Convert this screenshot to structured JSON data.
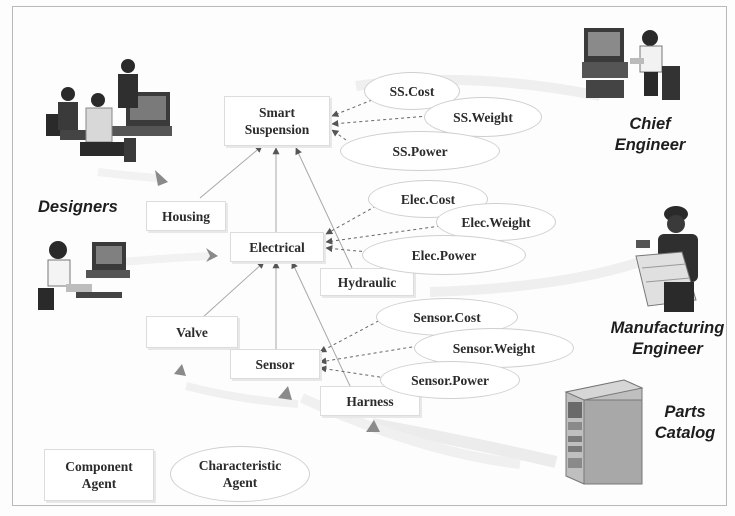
{
  "roles": {
    "designers": "Designers",
    "chief_engineer": [
      "Chief",
      "Engineer"
    ],
    "manufacturing_engineer": [
      "Manufacturing",
      "Engineer"
    ],
    "parts_catalog": [
      "Parts",
      "Catalog"
    ]
  },
  "components": {
    "smart_suspension": [
      "Smart",
      "Suspension"
    ],
    "housing": "Housing",
    "electrical": "Electrical",
    "hydraulic": "Hydraulic",
    "valve": "Valve",
    "sensor": "Sensor",
    "harness": "Harness"
  },
  "characteristics": {
    "ss_cost": "SS.Cost",
    "ss_weight": "SS.Weight",
    "ss_power": "SS.Power",
    "elec_cost": "Elec.Cost",
    "elec_weight": "Elec.Weight",
    "elec_power": "Elec.Power",
    "sensor_cost": "Sensor.Cost",
    "sensor_weight": "Sensor.Weight",
    "sensor_power": "Sensor.Power"
  },
  "legend": {
    "component_agent": [
      "Component",
      "Agent"
    ],
    "characteristic_agent": [
      "Characteristic",
      "Agent"
    ]
  },
  "icons": [
    "designers-group-icon",
    "designer-workstation-icon",
    "chief-engineer-icon",
    "manufacturing-engineer-icon",
    "parts-catalog-server-icon"
  ]
}
